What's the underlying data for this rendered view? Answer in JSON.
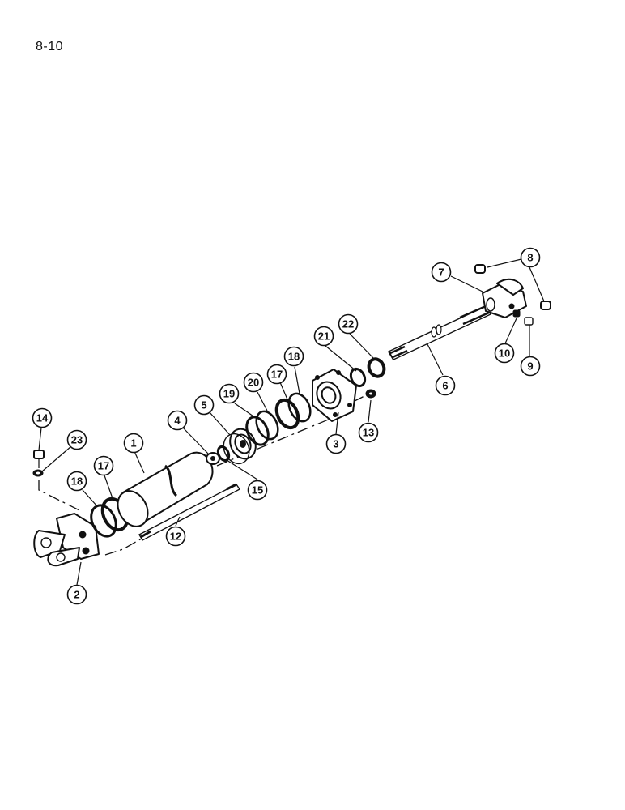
{
  "page_number": "8-10",
  "callouts": [
    {
      "label": "1"
    },
    {
      "label": "2"
    },
    {
      "label": "3"
    },
    {
      "label": "4"
    },
    {
      "label": "5"
    },
    {
      "label": "6"
    },
    {
      "label": "7"
    },
    {
      "label": "8"
    },
    {
      "label": "9"
    },
    {
      "label": "10"
    },
    {
      "label": "12"
    },
    {
      "label": "13"
    },
    {
      "label": "14"
    },
    {
      "label": "15"
    },
    {
      "label": "17"
    },
    {
      "label": "17"
    },
    {
      "label": "18"
    },
    {
      "label": "18"
    },
    {
      "label": "19"
    },
    {
      "label": "20"
    },
    {
      "label": "21"
    },
    {
      "label": "22"
    },
    {
      "label": "23"
    }
  ]
}
